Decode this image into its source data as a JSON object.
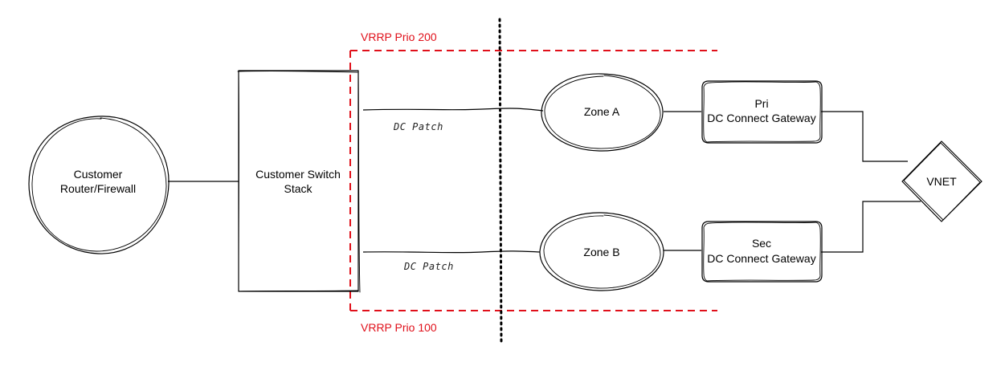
{
  "colors": {
    "vrrp_border": "#e0101a",
    "vrrp_text": "#e0101a",
    "stroke": "#000000",
    "background": "#ffffff"
  },
  "vrrp": {
    "top_label": "VRRP Prio 200",
    "bottom_label": "VRRP Prio 100"
  },
  "nodes": {
    "customer_router": {
      "line1": "Customer",
      "line2": "Router/Firewall"
    },
    "switch_stack": {
      "line1": "Customer Switch",
      "line2": "Stack"
    },
    "zone_a": {
      "label": "Zone A"
    },
    "zone_b": {
      "label": "Zone B"
    },
    "pri_gateway": {
      "line1": "Pri",
      "line2": "DC Connect Gateway"
    },
    "sec_gateway": {
      "line1": "Sec",
      "line2": "DC Connect Gateway"
    },
    "vnet": {
      "label": "VNET"
    }
  },
  "links": {
    "patch_a": "DC Patch",
    "patch_b": "DC Patch"
  }
}
